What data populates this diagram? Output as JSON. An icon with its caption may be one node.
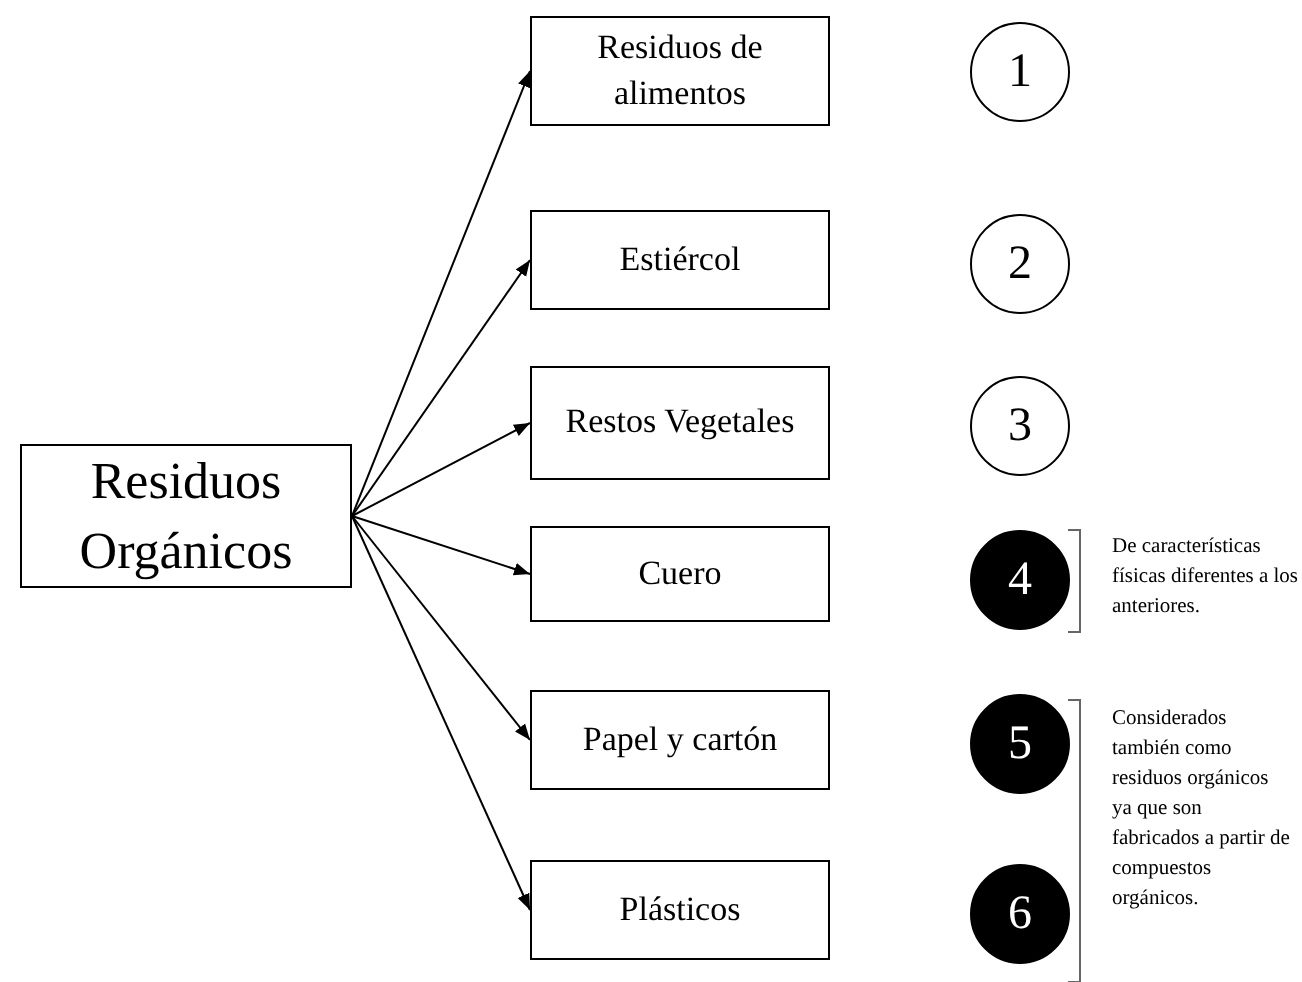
{
  "diagram": {
    "nodes": [
      {
        "text": [
          "Residuos Orgánicos"
        ]
      },
      {
        "text": [
          "Residuos de alimentos"
        ]
      },
      {
        "text": [
          "Estiércol"
        ]
      },
      {
        "text": [
          "Restos Vegetales"
        ]
      },
      {
        "text": [
          "Cuero"
        ]
      },
      {
        "text": [
          "Papel y cartón"
        ]
      },
      {
        "text": [
          "Plásticos"
        ]
      },
      {
        "text": [
          "1"
        ]
      },
      {
        "text": [
          "2"
        ]
      },
      {
        "text": [
          "3"
        ]
      },
      {
        "text": [
          "4"
        ]
      },
      {
        "text": [
          "5"
        ]
      },
      {
        "text": [
          "6"
        ]
      }
    ],
    "edges": [
      {
        "from": 0,
        "to": 1,
        "arrow": "to"
      },
      {
        "from": 0,
        "to": 2,
        "arrow": "to"
      },
      {
        "from": 0,
        "to": 3,
        "arrow": "to"
      },
      {
        "from": 0,
        "to": 4,
        "arrow": "to"
      },
      {
        "from": 0,
        "to": 5,
        "arrow": "to"
      },
      {
        "from": 0,
        "to": 6,
        "arrow": "to"
      }
    ],
    "labels": [
      "De características físicas diferentes a los anteriores.",
      "Considerados también como residuos orgánicos ya que son fabricados a partir de compuestos orgánicos."
    ]
  }
}
